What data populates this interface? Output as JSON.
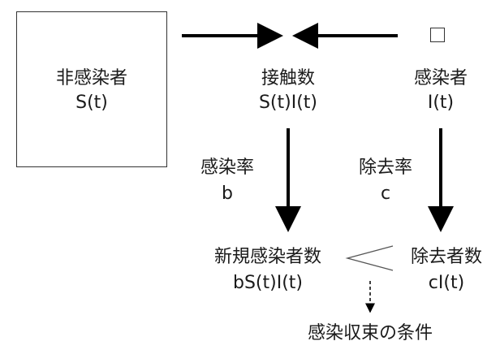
{
  "susceptible": {
    "name": "非感染者",
    "formula": "S(t)"
  },
  "contacts": {
    "name": "接触数",
    "formula": "S(t)I(t)"
  },
  "infected": {
    "name": "感染者",
    "formula": "I(t)"
  },
  "infection_rate": {
    "name": "感染率",
    "symbol": "b"
  },
  "removal_rate": {
    "name": "除去率",
    "symbol": "c"
  },
  "new_infections": {
    "name": "新規感染者数",
    "formula": "bS(t)I(t)"
  },
  "removed": {
    "name": "除去者数",
    "formula": "cI(t)"
  },
  "comparison_symbol": "<",
  "condition": "感染収束の条件"
}
